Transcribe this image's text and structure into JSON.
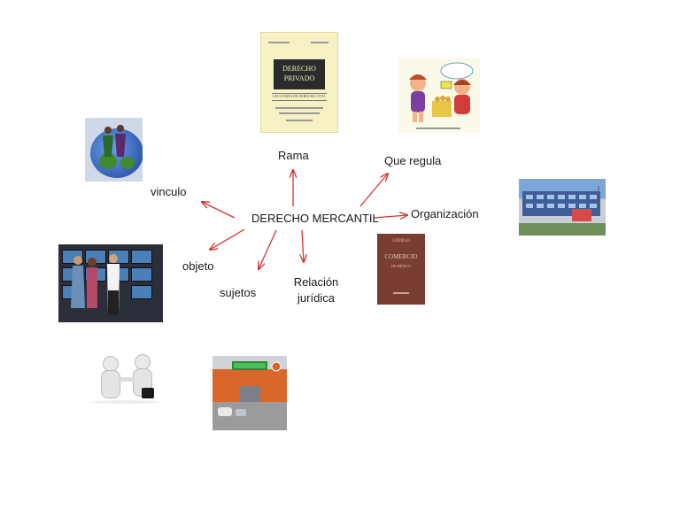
{
  "center": "DERECHO MERCANTIL",
  "nodes": {
    "rama": "Rama",
    "que_regula": "Que regula",
    "organizacion": "Organización",
    "vinculo": "vinculo",
    "objeto": "objeto",
    "sujetos": "sujetos",
    "relacion_line1": "Relación",
    "relacion_line2": "jurídica"
  },
  "book_privado": {
    "title_line1": "DERECHO",
    "title_line2": "PRIVADO",
    "subtitle": "LECCIONES DE DERECHO CIVIL"
  },
  "book_comercio": {
    "line1": "CÓDIGO",
    "line2": "COMERCIO",
    "line3": "DE MÉXICO"
  },
  "colors": {
    "arrow": "#d93030",
    "text": "#1a1a1a"
  }
}
